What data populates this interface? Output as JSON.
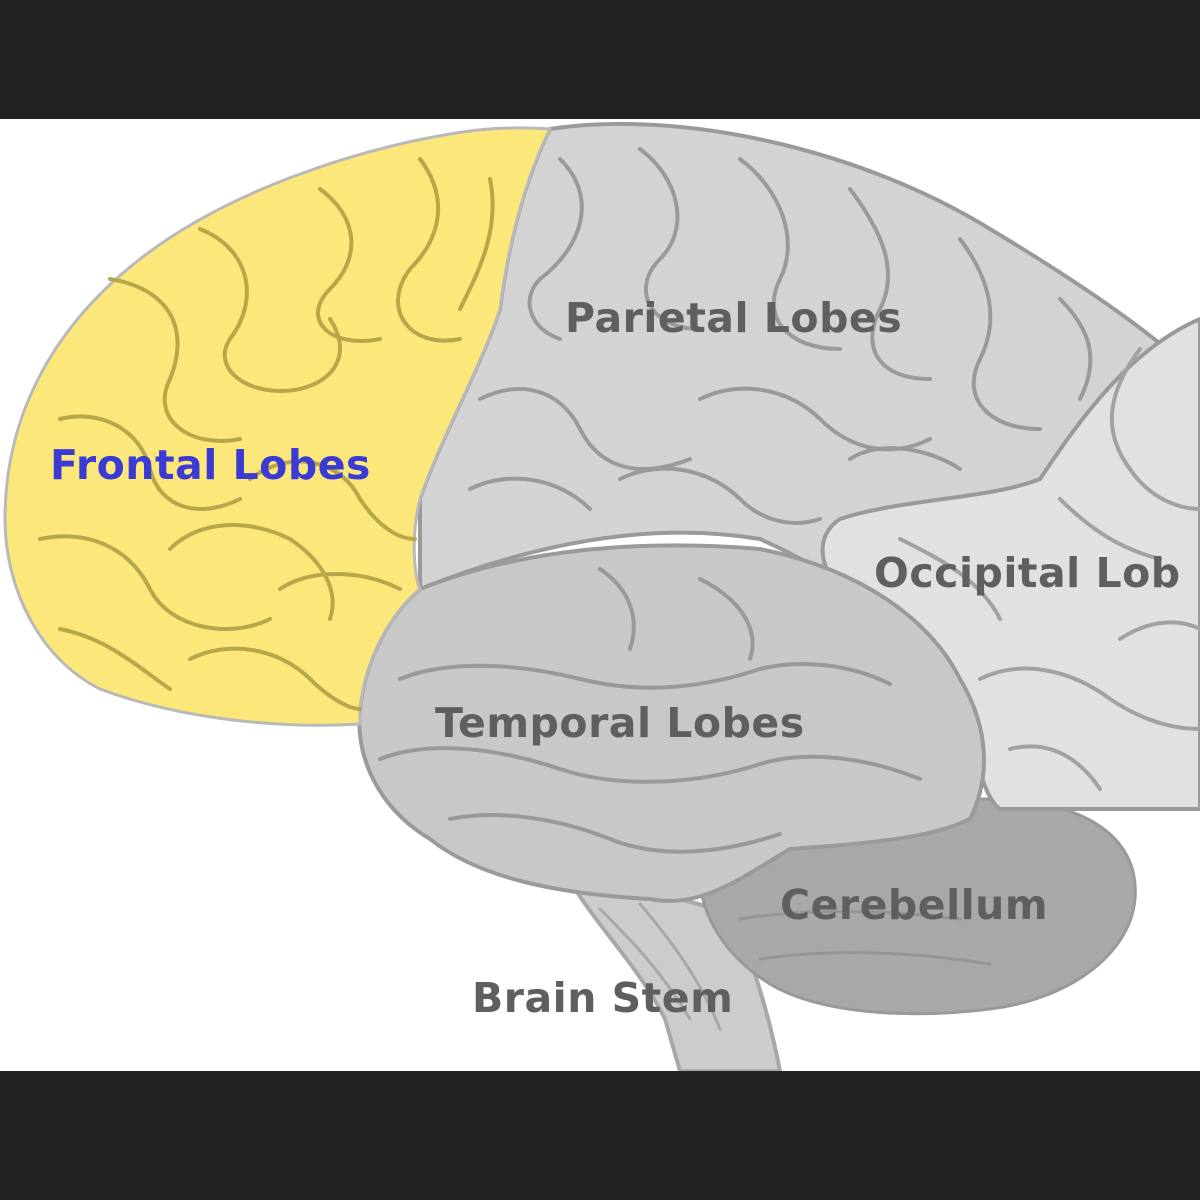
{
  "diagram": {
    "labels": {
      "frontal": "Frontal Lobes",
      "parietal": "Parietal Lobes",
      "occipital": "Occipital Lob",
      "temporal": "Temporal Lobes",
      "cerebellum": "Cerebellum",
      "brain_stem": "Brain Stem"
    },
    "colors": {
      "frontal": "#fbe77a",
      "parietal": "#d3d3d3",
      "occipital": "#e1e1e1",
      "temporal": "#c8c8c8",
      "cerebellum": "#a8a8a8",
      "brain_stem": "#cccccc",
      "sulci": "#9a9a9a",
      "highlight_label": "#3a3ad4",
      "label": "#5f5f5f",
      "frame": "#202224"
    }
  }
}
